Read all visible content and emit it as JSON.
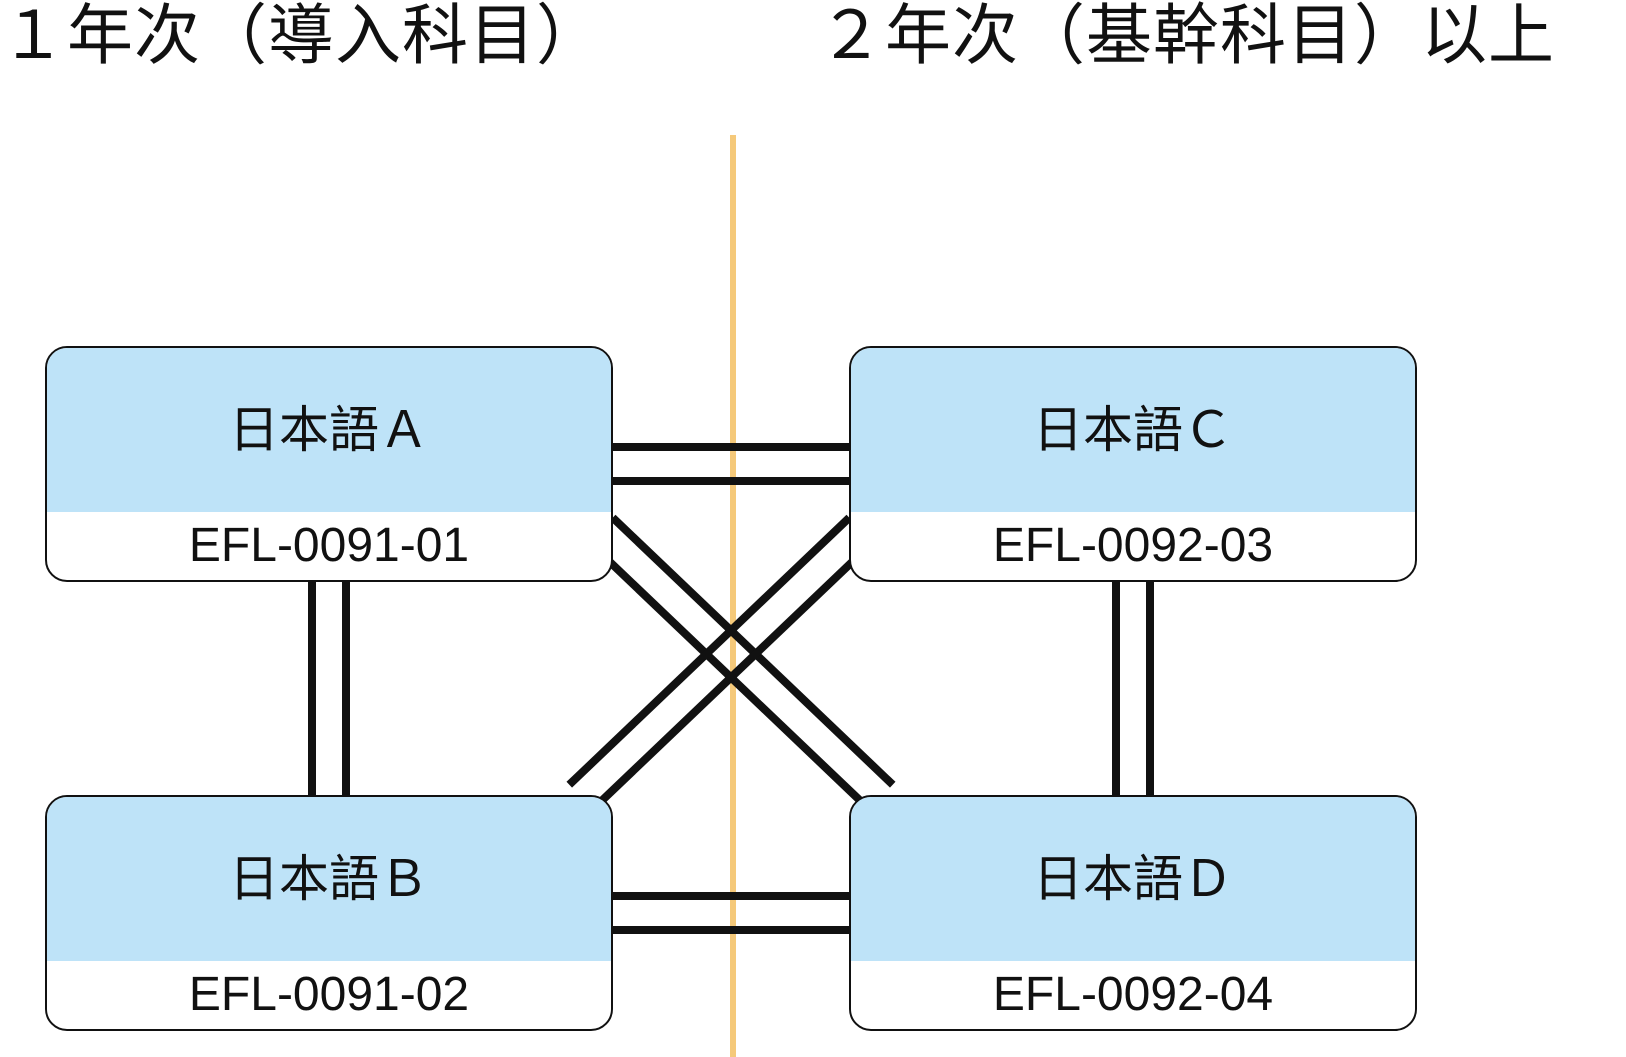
{
  "headings": {
    "left": "１年次（導入科目）",
    "right": "２年次（基幹科目）以上"
  },
  "colors": {
    "divider": "#f5c97a",
    "box_fill": "#bee3f8",
    "outline": "#111111"
  },
  "courses": [
    {
      "id": "a",
      "name": "日本語Ａ",
      "code": "EFL-0091-01"
    },
    {
      "id": "b",
      "name": "日本語Ｂ",
      "code": "EFL-0091-02"
    },
    {
      "id": "c",
      "name": "日本語Ｃ",
      "code": "EFL-0092-03"
    },
    {
      "id": "d",
      "name": "日本語Ｄ",
      "code": "EFL-0092-04"
    }
  ],
  "links": [
    {
      "from": "a",
      "to": "c"
    },
    {
      "from": "b",
      "to": "d"
    },
    {
      "from": "a",
      "to": "b"
    },
    {
      "from": "c",
      "to": "d"
    },
    {
      "from": "a",
      "to": "d"
    },
    {
      "from": "b",
      "to": "c"
    }
  ]
}
